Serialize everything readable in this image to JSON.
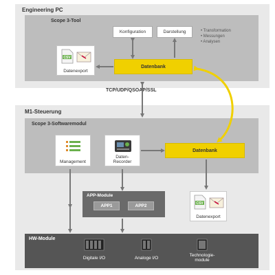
{
  "engineering_pc": {
    "title": "Engineering PC",
    "scope_tool": {
      "title": "Scope 3-Tool",
      "konfiguration": "Konfiguration",
      "darstellung": "Darstellung",
      "bullets": [
        "• Transformation",
        "• Messungen",
        "• Analysen"
      ],
      "datenbank": "Datenbank",
      "datenexport": "Datenexport"
    }
  },
  "protocol": "TCP/UDP/QSOAP/SSL",
  "m1_steuerung": {
    "title": "M1-Steuerung",
    "softwaremodul": {
      "title": "Scope 3-Softwaremodul",
      "management": "Management",
      "recorder_line1": "Daten-",
      "recorder_line2": "Recorder",
      "datenbank": "Datenbank"
    },
    "app_module": {
      "title": "APP-Module",
      "app1": "APP1",
      "app2": "APP2"
    },
    "datenexport": "Datenexport"
  },
  "hw_module": {
    "title": "HW-Module",
    "digital": "Digitale I/O",
    "analog": "Analoge I/O",
    "tech_line1": "Technologie-",
    "tech_line2": "module"
  },
  "icons": [
    "csv-file-icon",
    "envelope-icon",
    "management-list-icon",
    "data-recorder-icon",
    "digital-io-icon",
    "analog-io-icon",
    "technology-module-icon"
  ],
  "colors": {
    "section_bg": "#e9e9e9",
    "inner_bg": "#bdbdbd",
    "database": "#f0d000",
    "sync_arrow": "#f0d000",
    "app_block": "#6a6a6a",
    "hw_block": "#555555"
  }
}
